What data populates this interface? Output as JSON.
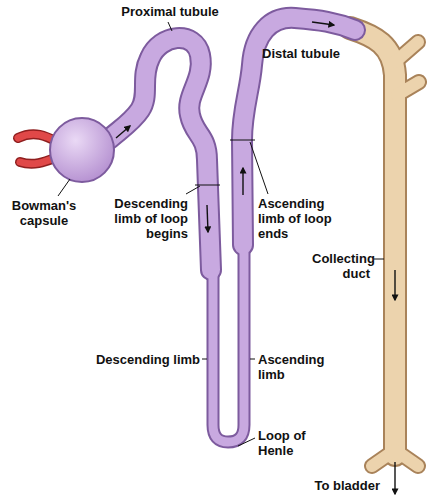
{
  "diagram": {
    "labels": [
      "Proximal tubule",
      "Distal tubule",
      "Bowman's capsule",
      "Descending limb of loop begins",
      "Ascending limb of loop ends",
      "Collecting duct",
      "Descending limb",
      "Ascending limb",
      "Loop of Henle",
      "To bladder"
    ]
  }
}
